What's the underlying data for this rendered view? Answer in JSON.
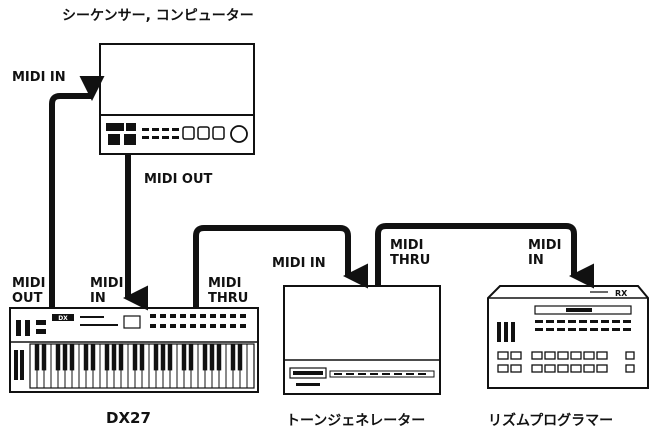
{
  "devices": {
    "sequencer": {
      "title": "シーケンサー, コンピューター"
    },
    "keyboard": {
      "title": "DX27",
      "badge": "DX"
    },
    "tone_generator": {
      "title": "トーンジェネレーター"
    },
    "rhythm_programmer": {
      "title": "リズムプログラマー",
      "badge": "RX"
    }
  },
  "connections": {
    "seq_midi_in": "MIDI IN",
    "seq_midi_out": "MIDI OUT",
    "dx_midi_out": "MIDI\nOUT",
    "dx_midi_in": "MIDI\nIN",
    "dx_midi_thru": "MIDI\nTHRU",
    "tg_midi_in": "MIDI IN",
    "tg_midi_thru": "MIDI\nTHRU",
    "rx_midi_in": "MIDI\nIN"
  }
}
